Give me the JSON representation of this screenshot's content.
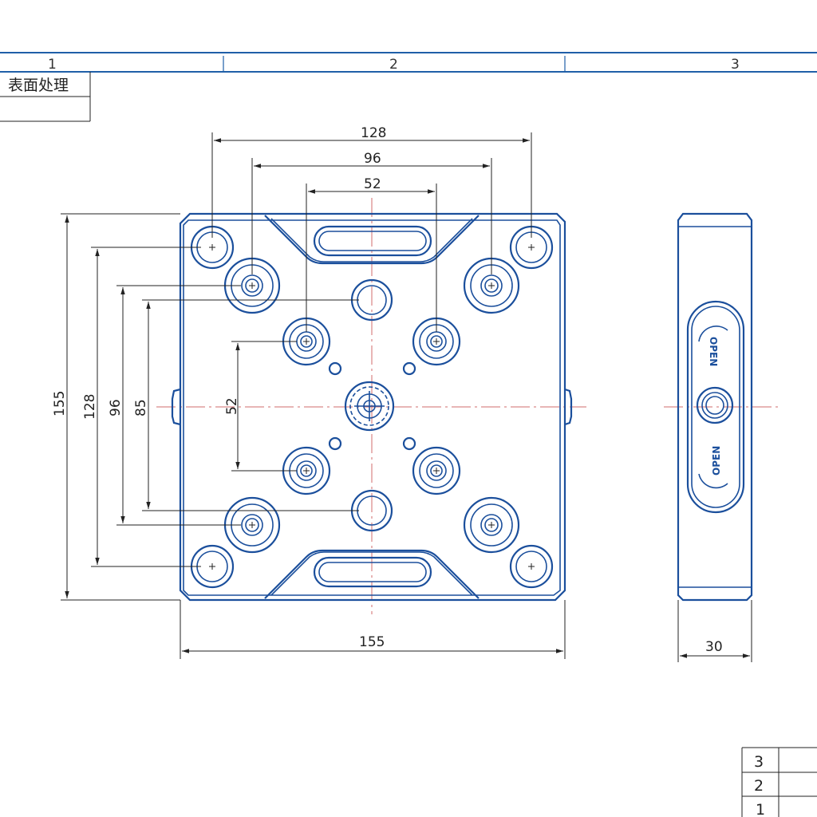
{
  "title_block": {
    "surface_treatment": "表面处理"
  },
  "zones": [
    "1",
    "2",
    "3"
  ],
  "revision_rows": [
    "3",
    "2",
    "1"
  ],
  "side_view": {
    "label_top": "OPEN",
    "label_bottom": "OPEN"
  },
  "dimensions": {
    "top_128": "128",
    "top_96": "96",
    "top_52": "52",
    "left_155": "155",
    "left_128": "128",
    "left_96": "96",
    "left_85": "85",
    "left_52": "52",
    "bottom_155": "155",
    "side_30": "30"
  },
  "colors": {
    "line": "#1b4f9c",
    "frame": "#1f5fa8",
    "centerline": "#d26b6b",
    "dimension": "#222222"
  }
}
